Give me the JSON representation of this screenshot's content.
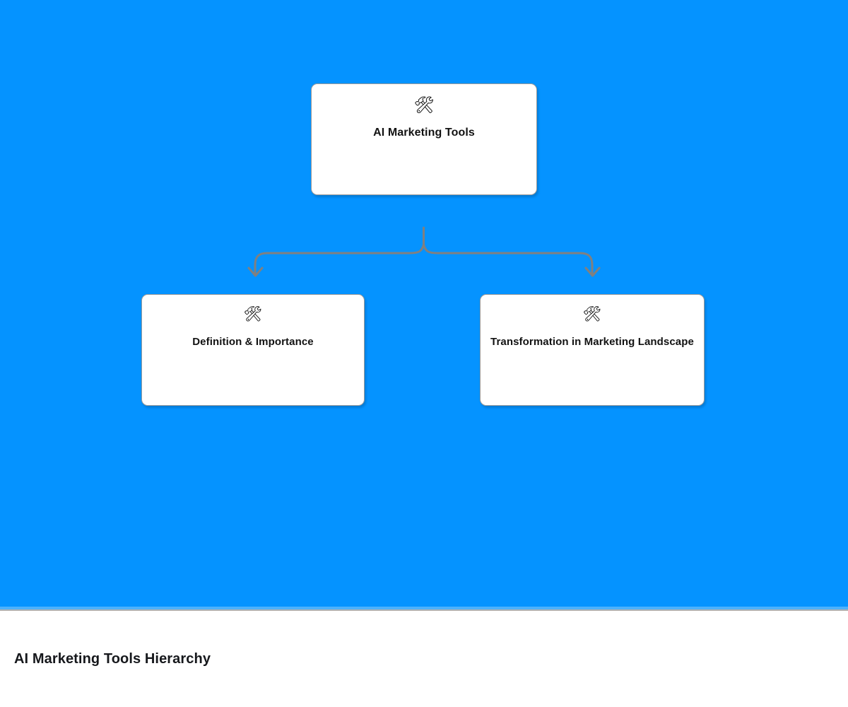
{
  "canvas": {
    "background_color": "#0593ff",
    "divider_color": "#b0b0b0"
  },
  "diagram": {
    "type": "hierarchy-tree",
    "node_icon_glyph": "🛠",
    "node_icon_name": "hammer-and-wrench-icon",
    "connector_color": "#808080",
    "root": {
      "id": "root",
      "label": "AI Marketing Tools",
      "icon": "🛠"
    },
    "children": [
      {
        "id": "child-1",
        "label": "Definition & Importance",
        "icon": "🛠"
      },
      {
        "id": "child-2",
        "label": "Transformation in Marketing Landscape",
        "icon": "🛠"
      }
    ]
  },
  "footer": {
    "caption": "AI Marketing Tools Hierarchy"
  }
}
